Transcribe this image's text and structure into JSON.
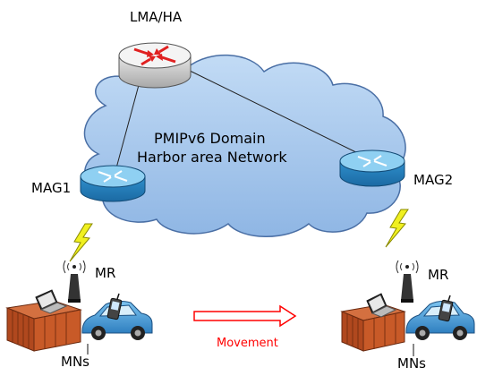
{
  "diagram": {
    "lma_label": "LMA/HA",
    "domain_line1": "PMIPv6 Domain",
    "domain_line2": "Harbor area Network",
    "mag1_label": "MAG1",
    "mag2_label": "MAG2",
    "mr_left_label": "MR",
    "mr_right_label": "MR",
    "mns_left_label": "MNs",
    "mns_right_label": "MNs",
    "movement_label": "Movement"
  },
  "colors": {
    "cloud_fill": "#a8c8ec",
    "cloud_stroke": "#4a6fa5",
    "router_body": "#3aa0d8",
    "router_top": "#8fd0f2",
    "router_lma_top": "#f2f2f2",
    "router_lma_arrows": "#e02020",
    "lightning": "#f0f020",
    "container": "#c0562a",
    "car": "#4a9fd8",
    "movement_arrow": "#ff0000"
  }
}
